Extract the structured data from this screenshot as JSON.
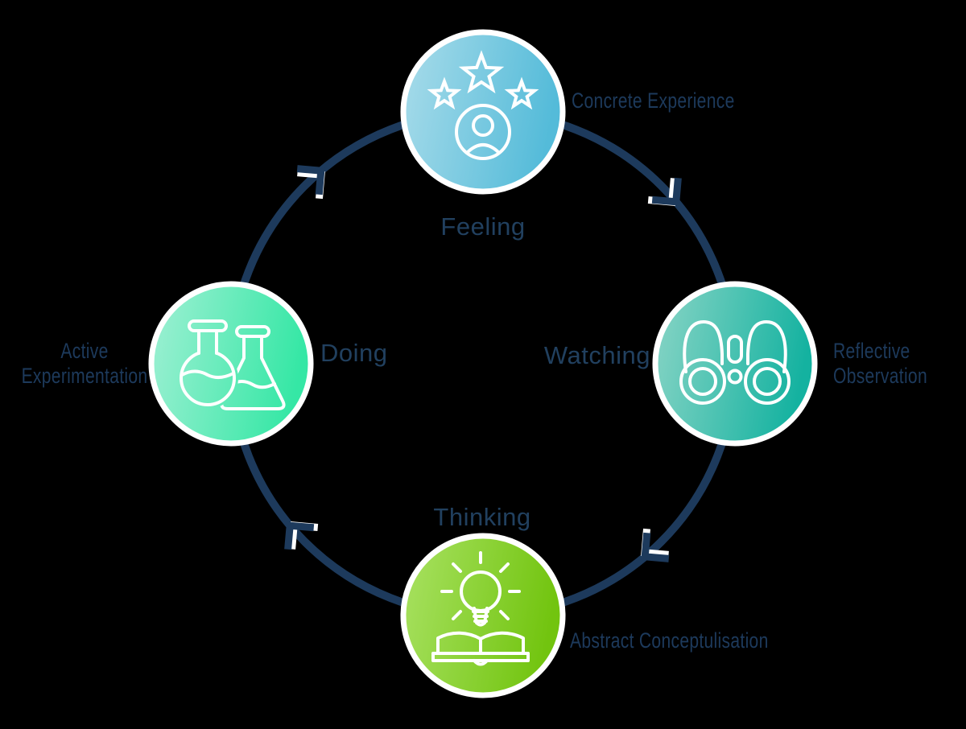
{
  "diagram": {
    "type": "cycle",
    "direction": "clockwise",
    "nodes": [
      {
        "id": "concrete-experience",
        "label": "Concrete Experience",
        "mode": "Feeling",
        "icon": "stars-person-icon",
        "gradient_from": "#a9dcea",
        "gradient_to": "#54bbd9"
      },
      {
        "id": "reflective-observation",
        "label": "Reflective\nObservation",
        "mode": "Watching",
        "icon": "binoculars-icon",
        "gradient_from": "#8ad5c6",
        "gradient_to": "#14b2a0"
      },
      {
        "id": "abstract-conceptulisation",
        "label": "Abstract Conceptulisation",
        "mode": "Thinking",
        "icon": "lightbulb-book-icon",
        "gradient_from": "#a9e263",
        "gradient_to": "#72c40f"
      },
      {
        "id": "active-experimentation",
        "label": "Active\nExperimentation",
        "mode": "Doing",
        "icon": "flasks-icon",
        "gradient_from": "#a0f0d4",
        "gradient_to": "#35e7a5"
      }
    ],
    "colors": {
      "arc": "#1d3a5c",
      "label_text": "#1d3a5c",
      "mode_text": "#21405f",
      "background": "#000000",
      "icon_stroke": "#ffffff",
      "node_border": "#ffffff"
    }
  }
}
